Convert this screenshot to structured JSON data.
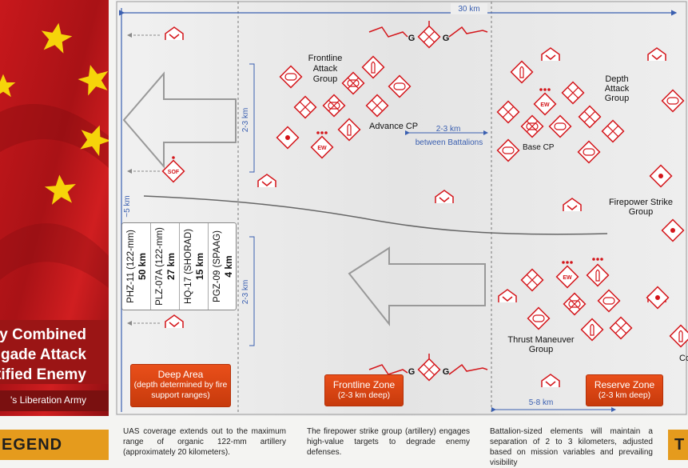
{
  "title": {
    "lines": [
      "y Combined",
      "gade Attack",
      "tified Enemy"
    ],
    "subtitle": "'s Liberation Army"
  },
  "distances": {
    "top_span": "30 km",
    "vertical": "~5 km",
    "left_depth": "2-3 km",
    "left_depth_lower": "2-3 km",
    "between": "2-3 km",
    "between_sub": "between Battalions",
    "bottom_span": "5-8 km"
  },
  "labels": {
    "frontline_group": [
      "Frontline",
      "Attack",
      "Group"
    ],
    "advance_cp": "Advance CP",
    "depth_group": [
      "Depth",
      "Attack",
      "Group"
    ],
    "base_cp": "Base CP",
    "firepower_group": [
      "Firepower Strike",
      "Group"
    ],
    "thrust_group": [
      "Thrust Maneuver",
      "Group"
    ],
    "co_partial": "Co",
    "sof": "SOF",
    "ew": "EW",
    "guard_g": "G"
  },
  "weapons": [
    {
      "name": "PHZ-11 (122-mm)",
      "range": "50 km"
    },
    {
      "name": "PLZ-07A (122-mm)",
      "range": "27 km"
    },
    {
      "name": "HQ-17 (SHORAD)",
      "range": "15 km"
    },
    {
      "name": "PGZ-09 (SPAAG)",
      "range": "4 km"
    }
  ],
  "zones": {
    "deep": {
      "title": "Deep Area",
      "sub": "(depth determined by fire support ranges)"
    },
    "frontline": {
      "title": "Frontline Zone",
      "sub": "(2-3 km deep)"
    },
    "reserve": {
      "title": "Reserve Zone",
      "sub": "(2-3 km deep)"
    }
  },
  "footer": {
    "legend_left": "EGEND",
    "legend_right": "T",
    "captions": [
      "UAS coverage extends out to the maximum range of organic 122-mm artillery (approximately 20 kilometers).",
      "The firepower strike group (artillery) engages high-value targets to degrade enemy defenses.",
      "Battalion-sized elements will maintain a separation of 2 to 3 kilometers, adjusted based on mission variables and prevailing visibility"
    ]
  },
  "colors": {
    "symbol_red": "#d4151a",
    "dim_blue": "#3a5fb0",
    "zone_orange": "#e0501a",
    "flag_red": "#c8181c",
    "star_yellow": "#f6d40a"
  }
}
